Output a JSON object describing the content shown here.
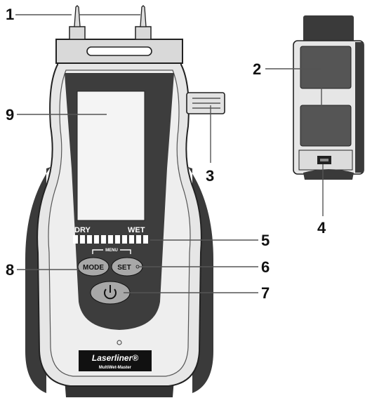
{
  "callouts": {
    "c1": "1",
    "c2": "2",
    "c3": "3",
    "c4": "4",
    "c5": "5",
    "c6": "6",
    "c7": "7",
    "c8": "8",
    "c9": "9"
  },
  "device": {
    "scale_dry": "DRY",
    "scale_wet": "WET",
    "menu_label": "MENU",
    "mode_button": "MODE",
    "set_button": "SET",
    "brand": "Laserliner®",
    "model": "MultiWet-Master"
  },
  "colors": {
    "body_light": "#e6e6e6",
    "body_dark": "#3a3a3a",
    "display": "#f4f4f4",
    "button": "#a8a8a8"
  }
}
